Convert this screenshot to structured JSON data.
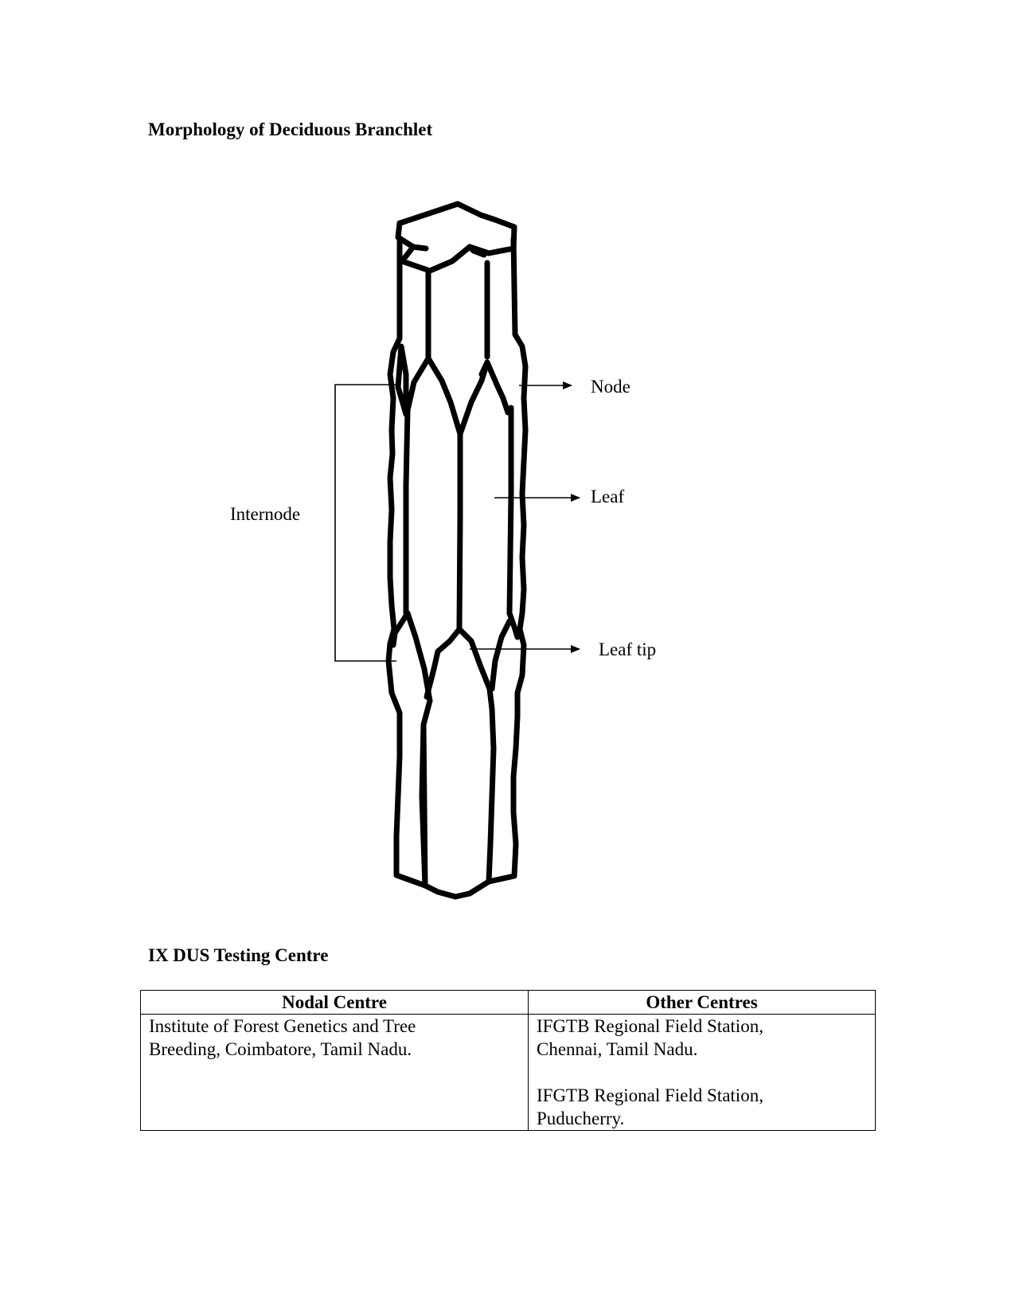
{
  "diagram": {
    "title": "Morphology of Deciduous Branchlet",
    "labels": {
      "node": "Node",
      "leaf": "Leaf",
      "internode": "Internode",
      "leaf_tip": "Leaf tip"
    }
  },
  "testing_centre": {
    "title": "IX DUS Testing Centre",
    "table": {
      "headers": [
        "Nodal Centre",
        "Other Centres"
      ],
      "nodal_centre": [
        "Institute of Forest Genetics and Tree",
        "Breeding, Coimbatore, Tamil Nadu."
      ],
      "other_centres": [
        [
          "IFGTB Regional Field Station,",
          "Chennai, Tamil Nadu."
        ],
        [
          "IFGTB Regional Field Station,",
          "Puducherry."
        ]
      ]
    }
  }
}
